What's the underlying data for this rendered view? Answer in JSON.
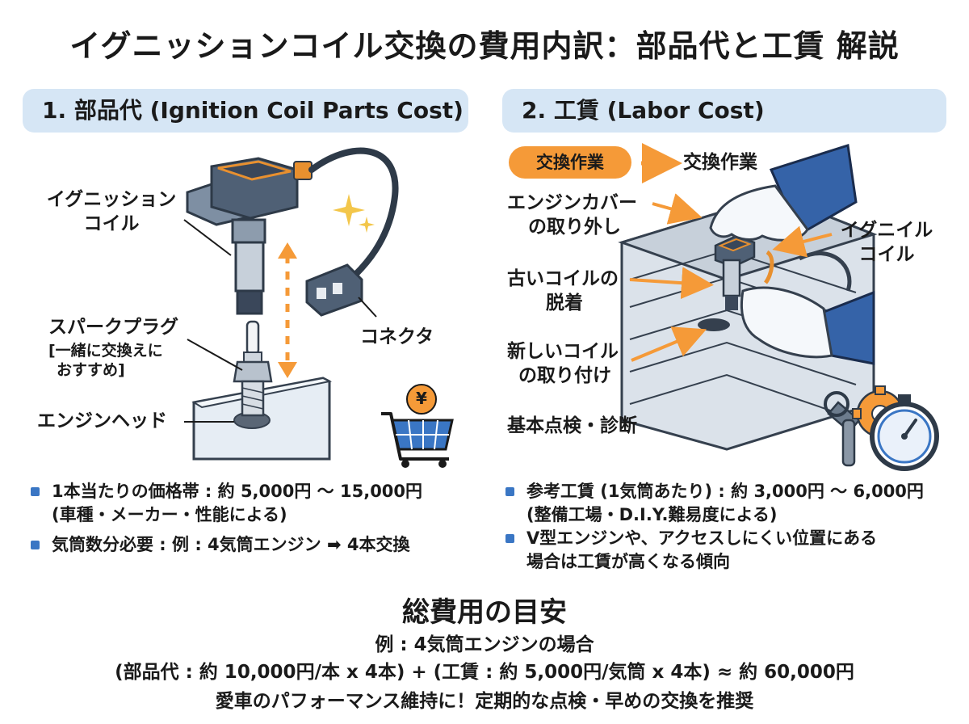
{
  "title": "イグニッションコイル交換の費用内訳：部品代と工賃 解説",
  "left": {
    "header": "1. 部品代 (Ignition Coil Parts Cost)",
    "label_coil_1": "イグニッション",
    "label_coil_2": "コイル",
    "label_plug_1": "スパークプラグ",
    "label_plug_2": "[一緒に交換えに",
    "label_plug_3": "おすすめ]",
    "label_head": "エンジンヘッド",
    "label_connector": "コネクタ",
    "yen_symbol": "¥",
    "bullets": [
      {
        "line1": "1本当たりの価格帯 : 約 5,000円 〜 15,000円",
        "line2": "(車種・メーカー・性能による)"
      },
      {
        "line1": "気筒数分必要 : 例 : 4気筒エンジン ➡ 4本交換",
        "line2": ""
      }
    ]
  },
  "right": {
    "header": "2. 工賃 (Labor Cost)",
    "badge": "交換作業",
    "badge_next": "交換作業",
    "label_cover_1": "エンジンカバー",
    "label_cover_2": "の取り外し",
    "label_old_1": "古いコイルの",
    "label_old_2": "脱着",
    "label_new_1": "新しいコイル",
    "label_new_2": "の取り付け",
    "label_inspect": "基本点検・診断",
    "label_ign_1": "イグニイル",
    "label_ign_2": "コイル",
    "bullets": [
      {
        "line1": "参考工賃 (1気筒あたり) : 約 3,000円 〜 6,000円",
        "line2": "(整備工場・D.I.Y.難易度による)"
      },
      {
        "line1": "V型エンジンや、アクセスしにくい位置にある",
        "line2": "場合は工賃が高くなる傾向"
      }
    ]
  },
  "total": {
    "title": "総費用の目安",
    "example": "例 : 4気筒エンジンの場合",
    "formula": "(部品代 : 約 10,000円/本 x 4本) + (工賃 : 約 5,000円/気筒 x 4本) ≈ 約 60,000円",
    "slogan": "愛車のパフォーマンス維持に！定期的な点検・早めの交換を推奨"
  },
  "colors": {
    "accent_orange": "#f59a38",
    "header_blue": "#d6e6f5",
    "bullet_blue": "#3a76c4",
    "metal": "#8a9bb0",
    "glove_blue": "#3563a8"
  }
}
